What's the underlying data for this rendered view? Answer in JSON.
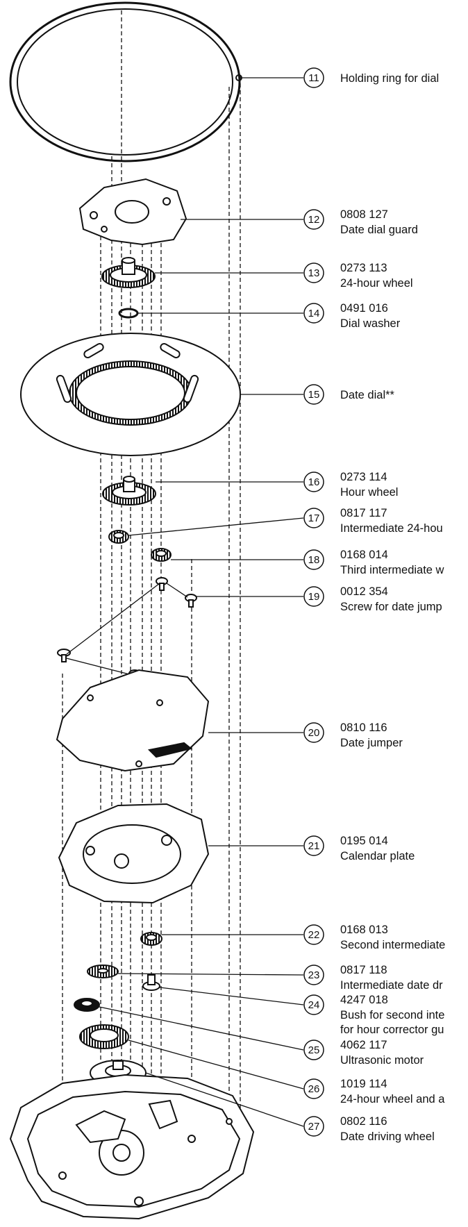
{
  "parts": [
    {
      "num": "11",
      "code": "",
      "name": "Holding ring for dial"
    },
    {
      "num": "12",
      "code": "0808 127",
      "name": "Date dial guard"
    },
    {
      "num": "13",
      "code": "0273 113",
      "name": "24-hour wheel"
    },
    {
      "num": "14",
      "code": "0491 016",
      "name": "Dial washer"
    },
    {
      "num": "15",
      "code": "",
      "name": "Date dial**"
    },
    {
      "num": "16",
      "code": "0273 114",
      "name": "Hour wheel"
    },
    {
      "num": "17",
      "code": "0817 117",
      "name": "Intermediate 24-hou"
    },
    {
      "num": "18",
      "code": "0168 014",
      "name": "Third intermediate w"
    },
    {
      "num": "19",
      "code": "0012 354",
      "name": "Screw for date jump"
    },
    {
      "num": "20",
      "code": "0810 116",
      "name": "Date jumper"
    },
    {
      "num": "21",
      "code": "0195 014",
      "name": "Calendar plate"
    },
    {
      "num": "22",
      "code": "0168 013",
      "name": "Second intermediate"
    },
    {
      "num": "23",
      "code": "0817 118",
      "name": "Intermediate date dr"
    },
    {
      "num": "24",
      "code": "4247 018",
      "name": "Bush for second inte",
      "name2": "for hour corrector gu"
    },
    {
      "num": "25",
      "code": "4062 117",
      "name": "Ultrasonic motor"
    },
    {
      "num": "26",
      "code": "1019 114",
      "name": "24-hour wheel and a"
    },
    {
      "num": "27",
      "code": "0802 116",
      "name": "Date driving wheel"
    }
  ]
}
